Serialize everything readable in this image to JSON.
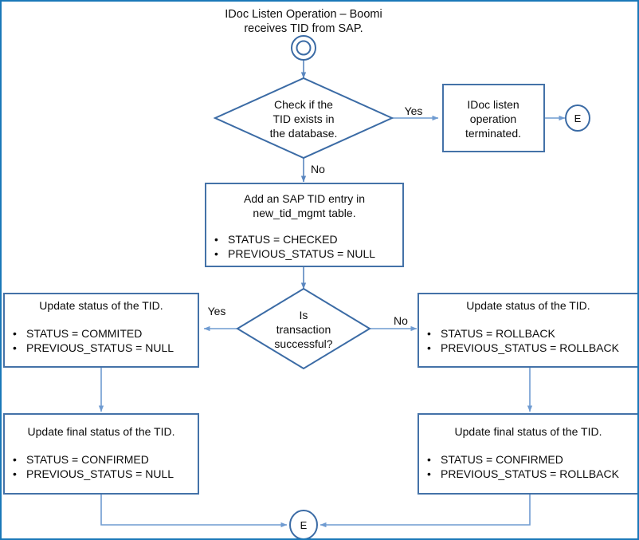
{
  "diagram": {
    "title_line1": "IDoc Listen Operation – Boomi",
    "title_line2": "receives TID from SAP.",
    "colors": {
      "page_border": "#1a78b8",
      "node_border": "#4472a8",
      "connector": "#6f9bd1",
      "text": "#0d0d0d",
      "node_fill": "#ffffff"
    },
    "nodes": {
      "start": {
        "kind": "start-circle",
        "label": ""
      },
      "decision_tid_exists": {
        "kind": "decision",
        "line1": "Check if the",
        "line2": "TID exists in",
        "line3": "the database."
      },
      "terminated": {
        "kind": "process",
        "line1": "IDoc listen",
        "line2": "operation",
        "line3": "terminated."
      },
      "end_top": {
        "kind": "end-circle",
        "label": "E"
      },
      "add_tid": {
        "kind": "process",
        "line1": "Add an SAP TID entry in",
        "line2": "new_tid_mgmt table.",
        "bullets": [
          "STATUS = CHECKED",
          "PREVIOUS_STATUS = NULL"
        ]
      },
      "decision_txn_success": {
        "kind": "decision",
        "line1": "Is",
        "line2": "transaction",
        "line3": "successful?"
      },
      "update_commit": {
        "kind": "process",
        "line1": "Update status of the TID.",
        "bullets": [
          "STATUS = COMMITED",
          "PREVIOUS_STATUS = NULL"
        ]
      },
      "update_rollback": {
        "kind": "process",
        "line1": "Update status of the TID.",
        "bullets": [
          "STATUS = ROLLBACK",
          "PREVIOUS_STATUS = ROLLBACK"
        ]
      },
      "final_confirmed_null": {
        "kind": "process",
        "line1": "Update final status of the TID.",
        "bullets": [
          "STATUS = CONFIRMED",
          "PREVIOUS_STATUS = NULL"
        ]
      },
      "final_confirmed_rollback": {
        "kind": "process",
        "line1": "Update final status of the TID.",
        "bullets": [
          "STATUS = CONFIRMED",
          "PREVIOUS_STATUS = ROLLBACK"
        ]
      },
      "end_bottom": {
        "kind": "end-circle",
        "label": "E"
      }
    },
    "edge_labels": {
      "tid_exists_yes": "Yes",
      "tid_exists_no": "No",
      "txn_yes": "Yes",
      "txn_no": "No"
    },
    "bullet_glyph": "•"
  }
}
